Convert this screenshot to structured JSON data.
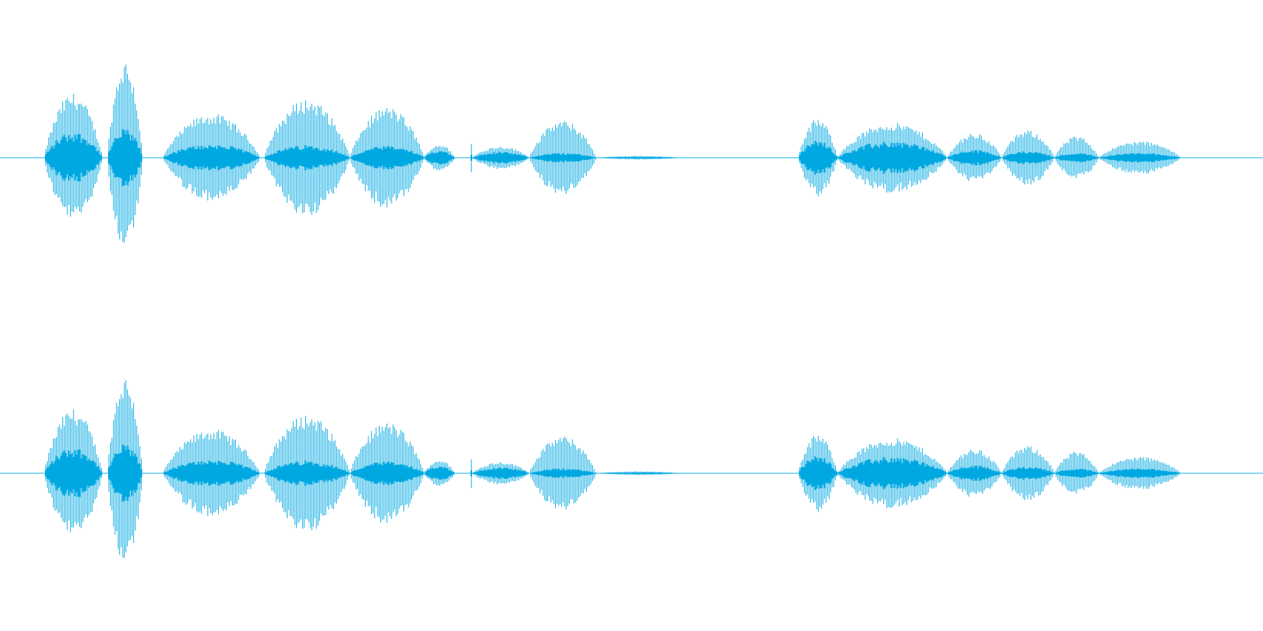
{
  "waveform": {
    "type": "stereo-audio-waveform",
    "channel_names": [
      "left",
      "right"
    ],
    "channels_identical": true,
    "color": "#00a8e1",
    "background": "#ffffff",
    "segments": [
      {
        "name": "burst-1",
        "start": 0.035,
        "end": 0.081,
        "peak": 0.66,
        "dense": 0.27
      },
      {
        "name": "burst-2",
        "start": 0.085,
        "end": 0.113,
        "peak": 1.0,
        "dense": 0.3
      },
      {
        "name": "phrase-1a",
        "start": 0.129,
        "end": 0.206,
        "peak": 0.45,
        "dense": 0.14
      },
      {
        "name": "phrase-1b",
        "start": 0.209,
        "end": 0.277,
        "peak": 0.6,
        "dense": 0.13
      },
      {
        "name": "phrase-1c",
        "start": 0.277,
        "end": 0.336,
        "peak": 0.52,
        "dense": 0.12
      },
      {
        "name": "phrase-1d",
        "start": 0.336,
        "end": 0.36,
        "peak": 0.14,
        "dense": 0.08
      },
      {
        "name": "tick",
        "start": 0.372,
        "end": 0.374,
        "peak": 0.16,
        "dense": 0.05
      },
      {
        "name": "phrase-1e",
        "start": 0.374,
        "end": 0.419,
        "peak": 0.12,
        "dense": 0.06
      },
      {
        "name": "phrase-1f",
        "start": 0.419,
        "end": 0.472,
        "peak": 0.38,
        "dense": 0.05
      },
      {
        "name": "fade-1",
        "start": 0.472,
        "end": 0.54,
        "peak": 0.02,
        "dense": 0.01
      },
      {
        "name": "phrase-2a",
        "start": 0.632,
        "end": 0.663,
        "peak": 0.4,
        "dense": 0.18
      },
      {
        "name": "phrase-2b",
        "start": 0.663,
        "end": 0.75,
        "peak": 0.36,
        "dense": 0.17
      },
      {
        "name": "phrase-2c",
        "start": 0.75,
        "end": 0.793,
        "peak": 0.25,
        "dense": 0.08
      },
      {
        "name": "phrase-2d",
        "start": 0.793,
        "end": 0.835,
        "peak": 0.28,
        "dense": 0.07
      },
      {
        "name": "phrase-2e",
        "start": 0.835,
        "end": 0.87,
        "peak": 0.22,
        "dense": 0.05
      },
      {
        "name": "phrase-2f",
        "start": 0.87,
        "end": 0.935,
        "peak": 0.17,
        "dense": 0.05
      }
    ]
  }
}
